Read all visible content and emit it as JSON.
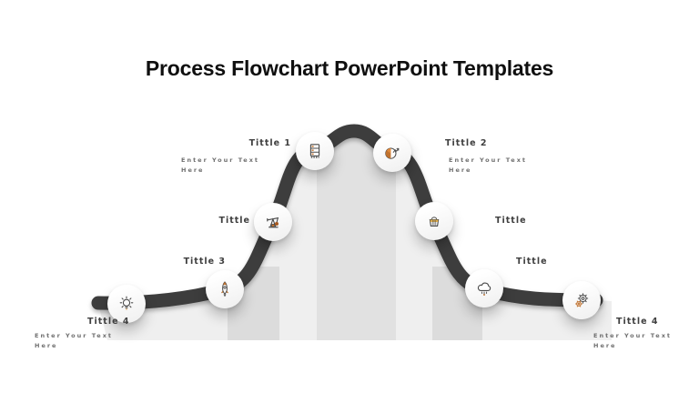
{
  "title": "Process Flowchart PowerPoint Templates",
  "colors": {
    "path": "#3d3d3d",
    "bell_fill": "#efefef",
    "bar_center": "#e1e1e1",
    "bar_side": "#dcdcdc",
    "accent_orange": "#c0722f",
    "amber": "#e9b44c",
    "label_text": "#3f3f3f",
    "placeholder_text": "#6f6f6f",
    "title_text": "#0f0f0f"
  },
  "nodes": [
    {
      "label": "Tittle 4",
      "icon": "lightbulb-icon",
      "placeholder": "Enter Your Text Here"
    },
    {
      "label": "Tittle 3",
      "icon": "rocket-icon"
    },
    {
      "label": "Tittle",
      "icon": "oil-pump-icon"
    },
    {
      "label": "Tittle 1",
      "icon": "server-icon",
      "placeholder": "Enter Your Text Here"
    },
    {
      "label": "Tittle 2",
      "icon": "pie-chart-icon",
      "placeholder": "Enter Your Text Here"
    },
    {
      "label": "Tittle",
      "icon": "basket-icon"
    },
    {
      "label": "Tittle",
      "icon": "cloud-icon"
    },
    {
      "label": "Tittle 4",
      "icon": "gear-icon",
      "placeholder": "Enter Your Text Here"
    }
  ]
}
